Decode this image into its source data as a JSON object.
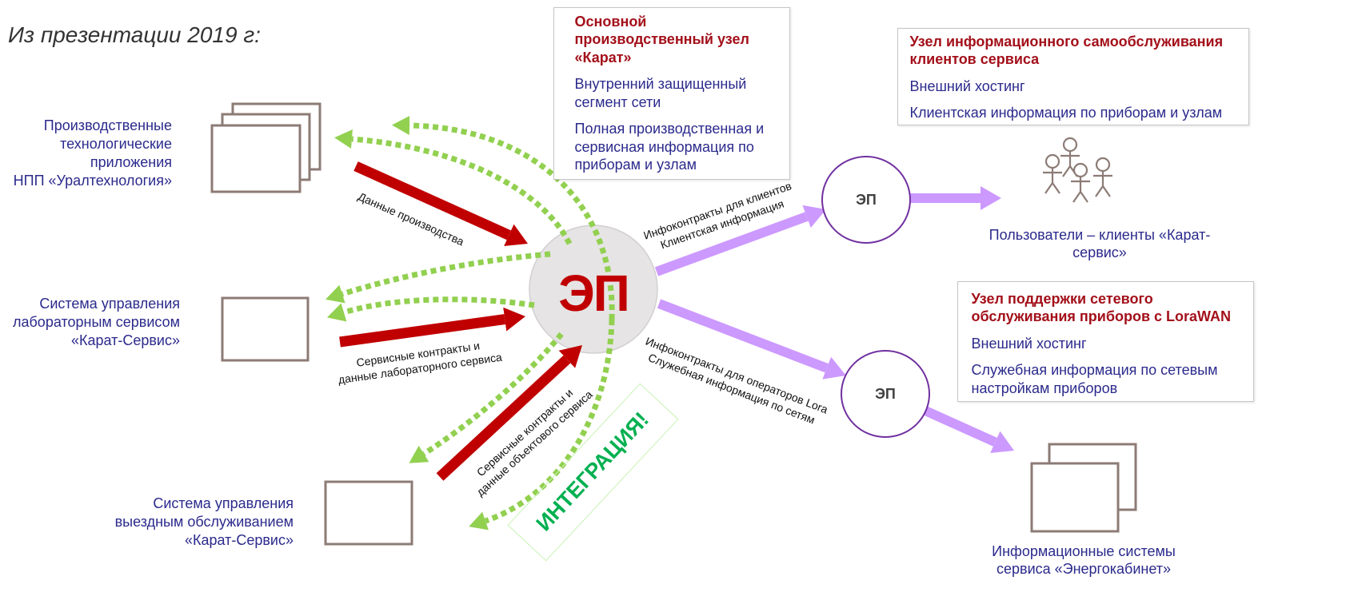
{
  "slide_title": "Из презентации 2019 г:",
  "colors": {
    "production_flow": "#C00000",
    "integration_flow": "#92D050",
    "info_flow": "#CC99FF",
    "node_title": "#A3101A",
    "label_text": "#2B2A8C",
    "icon_outline": "#8C7B75",
    "hub_fill": "#E6E4E4",
    "ep_ring": "#7030A0",
    "integration_text": "#00B050"
  },
  "sources": {
    "production_apps": {
      "icon": "window-stack-icon",
      "lines": [
        "Производственные",
        "технологические",
        "приложения",
        "НПП «Уралтехнология»"
      ]
    },
    "lab_system": {
      "icon": "window-icon",
      "lines": [
        "Система управления",
        "лабораторным сервисом",
        "«Карат-Сервис»"
      ]
    },
    "field_system": {
      "icon": "window-icon",
      "lines": [
        "Система управления",
        "выездным обслуживанием",
        "«Карат-Сервис»"
      ]
    }
  },
  "hub": {
    "label": "ЭП"
  },
  "flows": {
    "production_data": {
      "lines": [
        "Данные производства"
      ]
    },
    "lab_contracts": {
      "lines": [
        "Сервисные контракты и",
        "данные лабораторного сервиса"
      ]
    },
    "object_contracts": {
      "lines": [
        "Сервисные контракты и",
        "данные объектового сервиса"
      ]
    },
    "client_infocontracts": {
      "lines": [
        "Инфоконтракты для клиентов",
        "Клиентская информация"
      ]
    },
    "lora_infocontracts": {
      "lines": [
        "Инфоконтракты для операторов Lora",
        "Служебная информация по сетям"
      ]
    }
  },
  "integration": {
    "label": "ИНТЕГРАЦИЯ!"
  },
  "nodes": {
    "main": {
      "title": [
        "Основной",
        "производственный узел",
        "«Карат»"
      ],
      "paragraphs": [
        [
          "Внутренний защищенный",
          "сегмент сети"
        ],
        [
          "Полная производственная и",
          "сервисная информация по",
          "приборам и узлам"
        ]
      ]
    },
    "self_service": {
      "title": [
        "Узел информационного самообслуживания",
        "клиентов сервиса"
      ],
      "paragraphs": [
        [
          "Внешний хостинг"
        ],
        [
          "Клиентская информация по приборам и узлам"
        ]
      ]
    },
    "lora": {
      "title": [
        "Узел поддержки сетевого",
        "обслуживания приборов с LoraWAN"
      ],
      "paragraphs": [
        [
          "Внешний хостинг"
        ],
        [
          "Служебная информация по сетевым",
          "настройкам приборов"
        ]
      ]
    }
  },
  "ep_nodes": [
    {
      "label": "ЭП"
    },
    {
      "label": "ЭП"
    }
  ],
  "targets": {
    "users": {
      "icon": "users-icon",
      "lines": [
        "Пользователи – клиенты «Карат-",
        "сервис»"
      ]
    },
    "energy_cabinet": {
      "icon": "window-stack-icon",
      "lines": [
        "Информационные системы",
        "сервиса «Энергокабинет»"
      ]
    }
  }
}
